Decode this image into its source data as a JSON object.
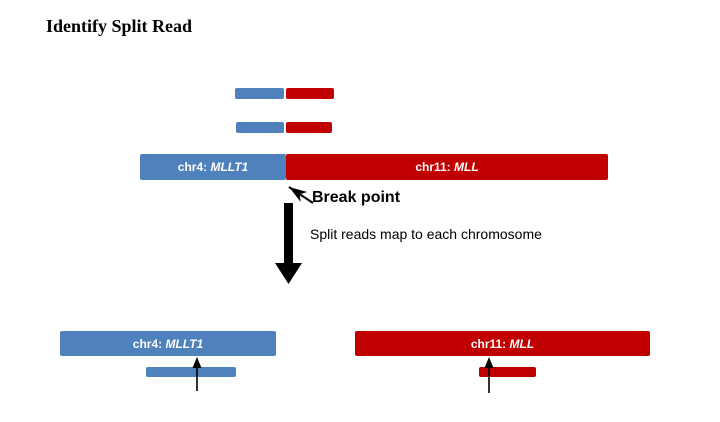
{
  "title": "Identify Split Read",
  "colors": {
    "blue": "#4f81bd",
    "red": "#c00000",
    "arrow": "#000000"
  },
  "fusion_bar": {
    "left": {
      "prefix": "chr4: ",
      "gene": "MLLT1"
    },
    "right": {
      "prefix": "chr11: ",
      "gene": "MLL"
    }
  },
  "annotations": {
    "break_point": "Break point",
    "caption": "Split reads map to each chromosome"
  },
  "bottom": {
    "left_bar": {
      "prefix": "chr4: ",
      "gene": "MLLT1"
    },
    "right_bar": {
      "prefix": "chr11: ",
      "gene": "MLL"
    }
  }
}
